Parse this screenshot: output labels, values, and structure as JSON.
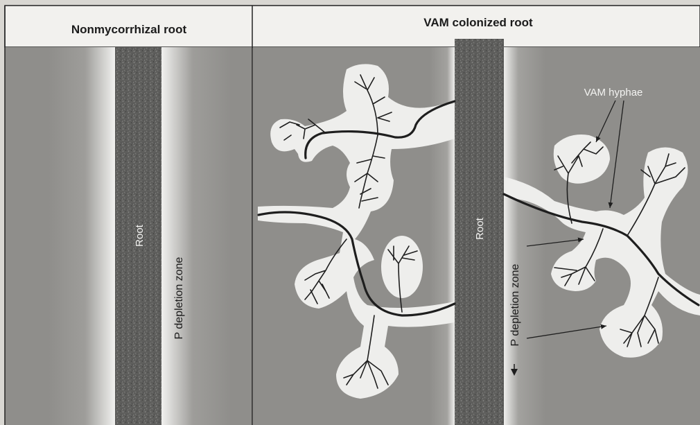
{
  "panels": {
    "left": {
      "title": "Nonmycorrhizal root",
      "root_label": "Root",
      "zone_label": "P depletion zone"
    },
    "right": {
      "title": "VAM colonized root",
      "root_label": "Root",
      "zone_label": "P depletion zone",
      "hyphae_label": "VAM hyphae"
    }
  },
  "colors": {
    "background": "#8f8e8b",
    "depletion_zone": "#eeeeec",
    "root": "#5e5e5c",
    "hyphae": "#1e1e1e",
    "header": "#f2f1ee"
  }
}
